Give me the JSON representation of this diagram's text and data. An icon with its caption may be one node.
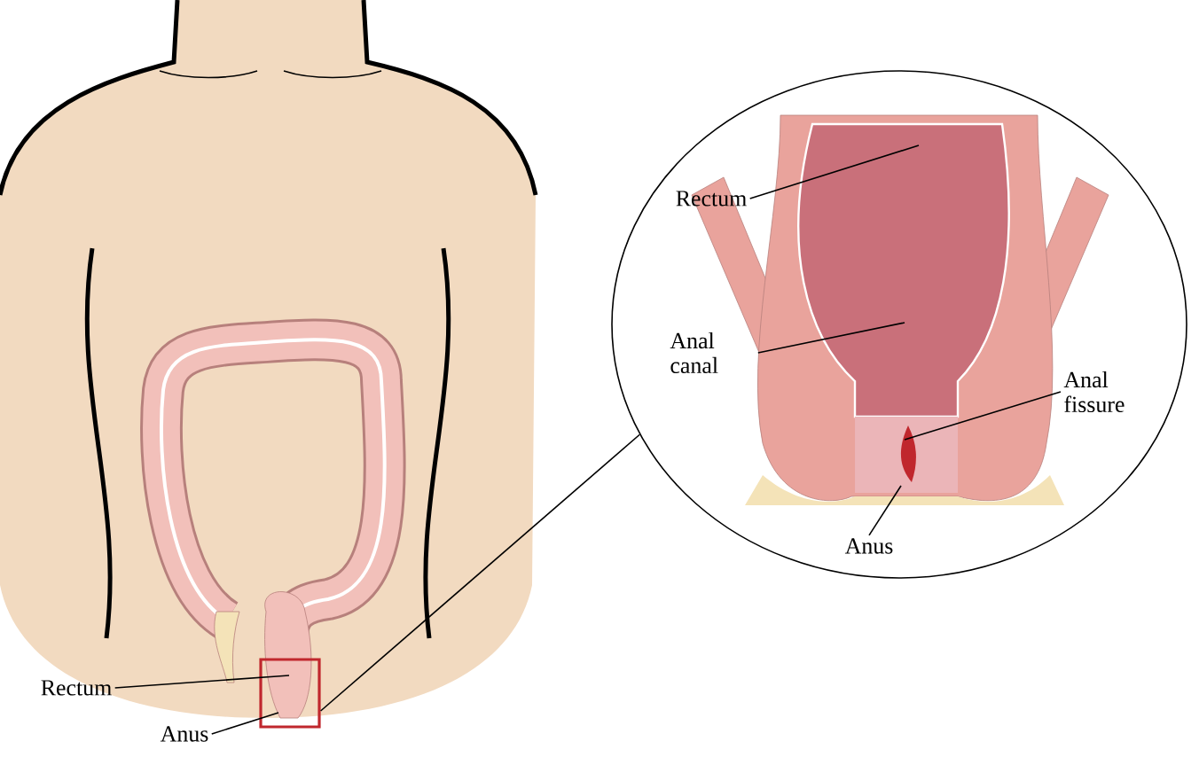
{
  "diagram": {
    "nodes": [
      {
        "text": [
          "Rectum"
        ]
      },
      {
        "text": [
          "Anus"
        ]
      },
      {
        "text": [],
        "shape": "box"
      },
      {
        "text": [],
        "shape": "circle"
      },
      {
        "text": [
          "Rectum"
        ],
        "in": 3
      },
      {
        "text": [
          "Anal canal"
        ],
        "in": 3
      },
      {
        "text": [
          "Anal fissure"
        ],
        "in": 3
      },
      {
        "text": [
          "Anus"
        ],
        "in": 3
      }
    ],
    "edges": [
      {
        "from": 0,
        "to": 2,
        "arrow": "none"
      },
      {
        "from": 1,
        "to": 2,
        "arrow": "none"
      },
      {
        "from": 2,
        "to": 3,
        "arrow": "none"
      },
      {
        "from": 4,
        "to": null,
        "arrow": "none"
      },
      {
        "from": 5,
        "to": null,
        "arrow": "none"
      },
      {
        "from": 6,
        "to": null,
        "arrow": "none"
      },
      {
        "from": 7,
        "to": null,
        "arrow": "none"
      }
    ]
  }
}
